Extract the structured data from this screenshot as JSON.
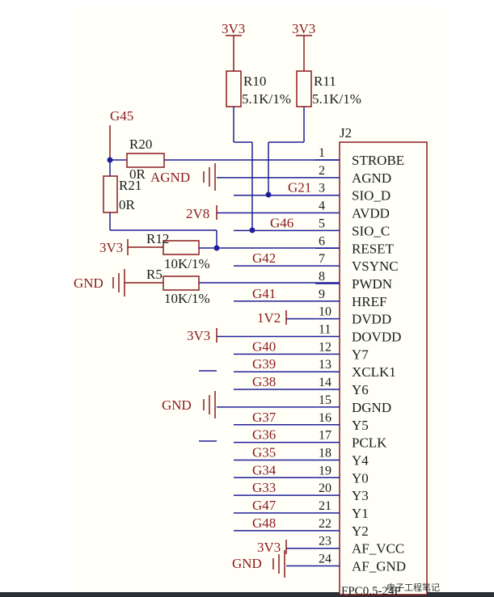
{
  "schematic": {
    "connector": {
      "ref": "J2",
      "part": "FPC0.5-24P",
      "pins": [
        {
          "num": "1",
          "name": "STROBE"
        },
        {
          "num": "2",
          "name": "AGND"
        },
        {
          "num": "3",
          "name": "SIO_D"
        },
        {
          "num": "4",
          "name": "AVDD"
        },
        {
          "num": "5",
          "name": "SIO_C"
        },
        {
          "num": "6",
          "name": "RESET"
        },
        {
          "num": "7",
          "name": "VSYNC"
        },
        {
          "num": "8",
          "name": "PWDN"
        },
        {
          "num": "9",
          "name": "HREF"
        },
        {
          "num": "10",
          "name": "DVDD"
        },
        {
          "num": "11",
          "name": "DOVDD"
        },
        {
          "num": "12",
          "name": "Y7"
        },
        {
          "num": "13",
          "name": "XCLK1"
        },
        {
          "num": "14",
          "name": "Y6"
        },
        {
          "num": "15",
          "name": "DGND"
        },
        {
          "num": "16",
          "name": "Y5"
        },
        {
          "num": "17",
          "name": "PCLK"
        },
        {
          "num": "18",
          "name": "Y4"
        },
        {
          "num": "19",
          "name": "Y0"
        },
        {
          "num": "20",
          "name": "Y3"
        },
        {
          "num": "21",
          "name": "Y1"
        },
        {
          "num": "22",
          "name": "Y2"
        },
        {
          "num": "23",
          "name": "AF_VCC"
        },
        {
          "num": "24",
          "name": "AF_GND"
        }
      ]
    },
    "net_labels": {
      "pin3": "G21",
      "pin5": "G46",
      "pin7": "G42",
      "pin9": "G41",
      "pin12": "G40",
      "pin13": "G39",
      "pin14": "G38",
      "pin16": "G37",
      "pin17": "G36",
      "pin18": "G35",
      "pin19": "G34",
      "pin20": "G33",
      "pin21": "G47",
      "pin22": "G48",
      "g45": "G45"
    },
    "power": {
      "r10_top": "3V3",
      "r11_top": "3V3",
      "r12_left": "3V3",
      "pin11": "3V3",
      "pin23": "3V3",
      "pin4": "2V8",
      "pin10": "1V2",
      "pin2": "AGND",
      "r5_left": "GND",
      "pin15": "GND",
      "pin24": "GND"
    },
    "resistors": {
      "r10": {
        "ref": "R10",
        "value": "5.1K/1%"
      },
      "r11": {
        "ref": "R11",
        "value": "5.1K/1%"
      },
      "r20": {
        "ref": "R20",
        "value": "0R"
      },
      "r21": {
        "ref": "R21",
        "value": "0R"
      },
      "r12": {
        "ref": "R12",
        "value": "10K/1%"
      },
      "r5": {
        "ref": "R5",
        "value": "10K/1%"
      }
    },
    "watermark": "电子工程笔记"
  },
  "colors": {
    "wire": "#1f1f99",
    "component": "#8b1a1a",
    "text": "#1a1a1a",
    "junction": "#1f1f99"
  }
}
